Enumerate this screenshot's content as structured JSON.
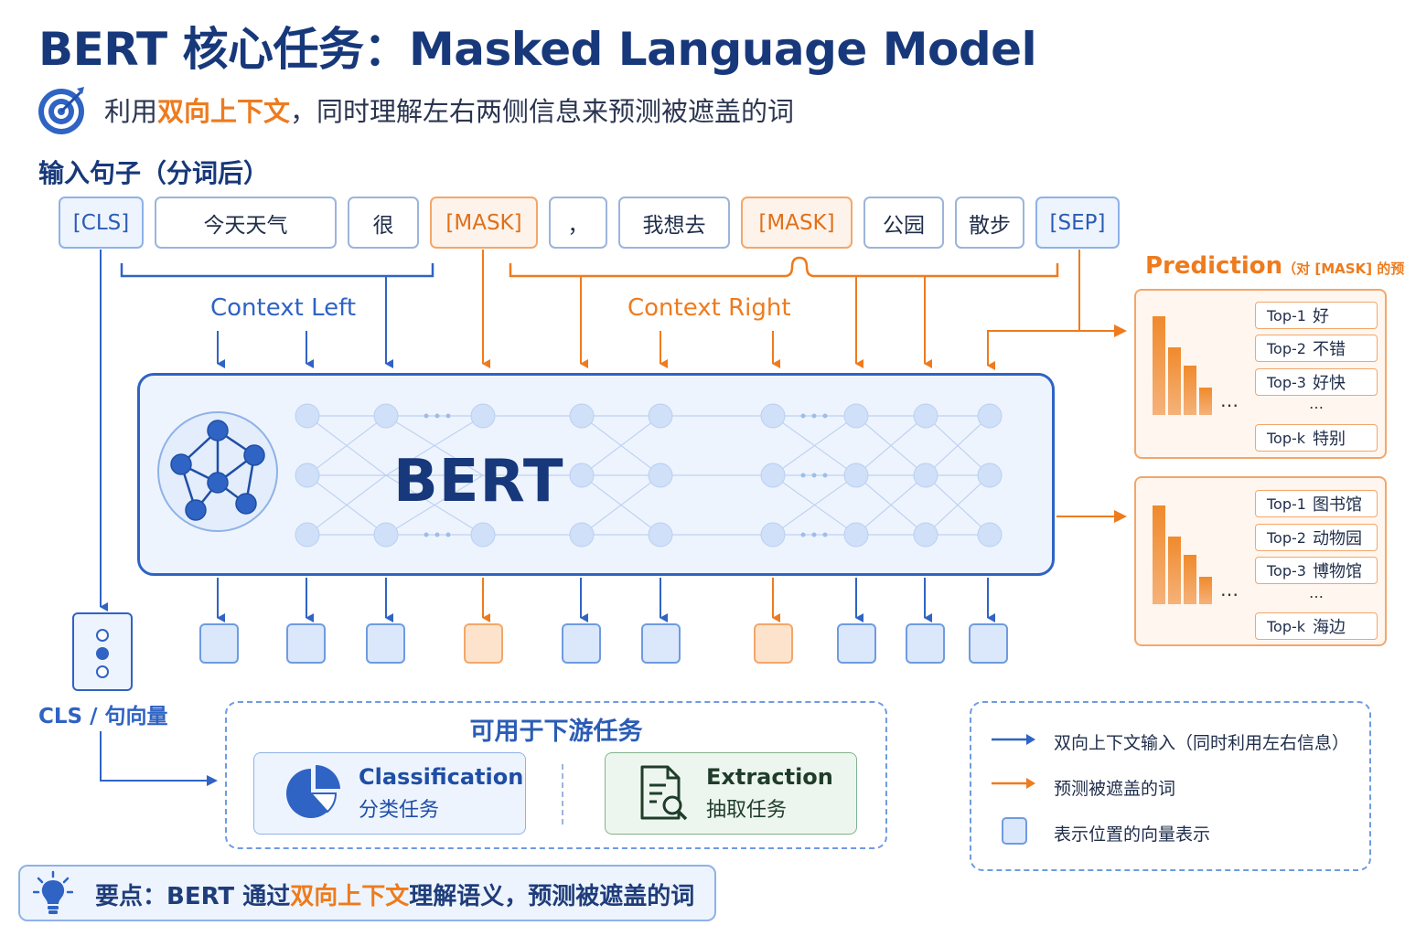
{
  "title": "BERT 核心任务：Masked Language Model",
  "subtitle": {
    "pre": "利用",
    "highlight": "双向上下文",
    "post": "，同时理解左右两侧信息来预测被遮盖的词"
  },
  "input_label": "输入句子（分词后）",
  "tokens": [
    "[CLS]",
    "今天天气",
    "很",
    "[MASK]",
    "，",
    "我想去",
    "[MASK]",
    "公园",
    "散步",
    "[SEP]"
  ],
  "context_left": "Context Left",
  "context_right": "Context Right",
  "model_name": "BERT",
  "prediction": {
    "title": "Prediction",
    "title_note": "（对 [MASK] 的预测）",
    "ellipsis": "…",
    "mask1": [
      {
        "rank": "Top-1",
        "word": "好"
      },
      {
        "rank": "Top-2",
        "word": "不错"
      },
      {
        "rank": "Top-3",
        "word": "好快"
      },
      {
        "rank": "Top-k",
        "word": "特别"
      }
    ],
    "mask2": [
      {
        "rank": "Top-1",
        "word": "图书馆"
      },
      {
        "rank": "Top-2",
        "word": "动物园"
      },
      {
        "rank": "Top-3",
        "word": "博物馆"
      },
      {
        "rank": "Top-k",
        "word": "海边"
      }
    ]
  },
  "cls_label": "CLS / 句向量",
  "downstream": {
    "title": "可用于下游任务",
    "classification": {
      "title": "Classification",
      "subtitle": "分类任务"
    },
    "extraction": {
      "title": "Extraction",
      "subtitle": "抽取任务"
    }
  },
  "legend": {
    "blue_arrow": "双向上下文输入（同时利用左右信息）",
    "orange_arrow": "预测被遮盖的词",
    "square": "表示位置的向量表示"
  },
  "tip": {
    "pre": "要点：BERT 通过",
    "highlight": "双向上下文",
    "post": "理解语义，预测被遮盖的词"
  },
  "colors": {
    "primary_blue": "#2f63c4",
    "title_blue": "#17387a",
    "accent_orange": "#ee7b1e",
    "green": "#3f8f5a"
  }
}
